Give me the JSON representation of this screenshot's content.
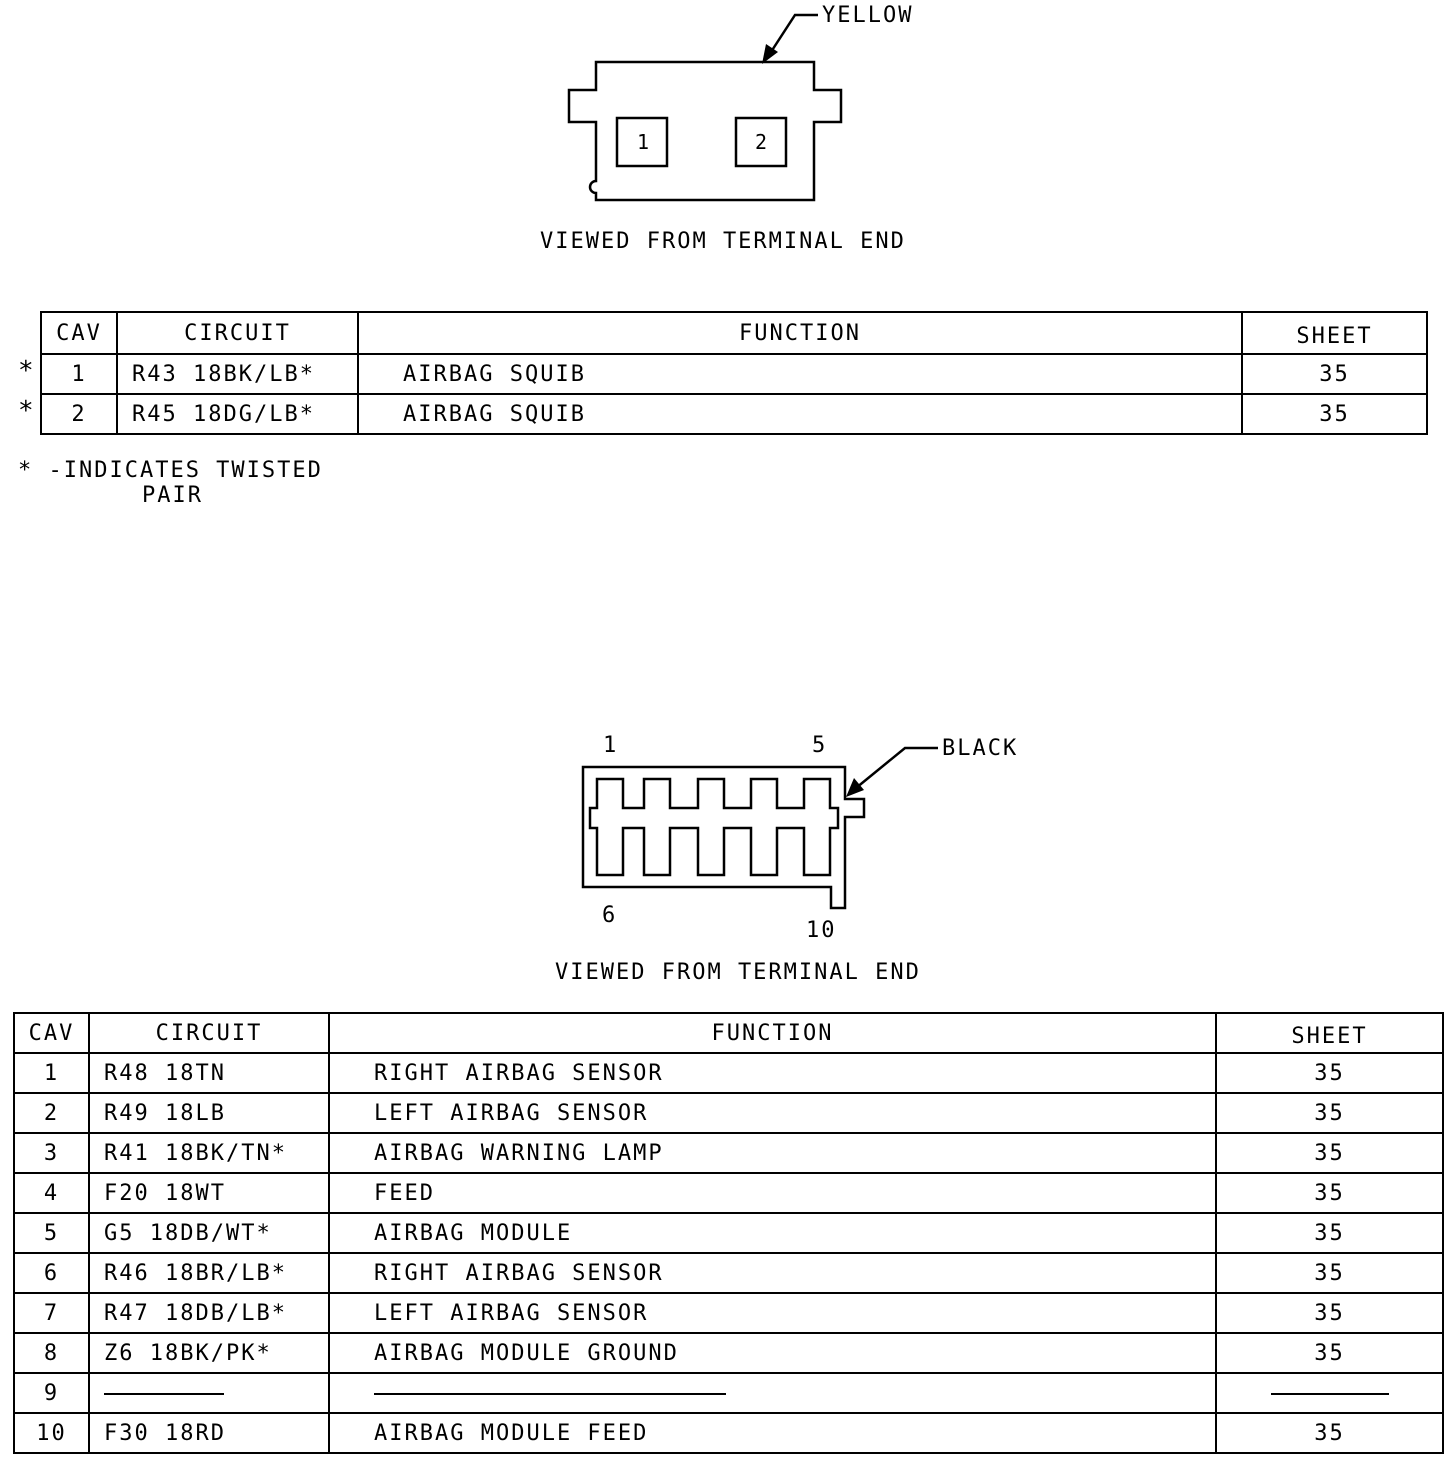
{
  "connector1": {
    "color_label": "YELLOW",
    "view_label": "VIEWED FROM TERMINAL END",
    "cavity_labels": [
      "1",
      "2"
    ],
    "headers": {
      "cav": "CAV",
      "circuit": "CIRCUIT",
      "function": "FUNCTION",
      "sheet": "SHEET"
    },
    "rows": [
      {
        "marker": "*",
        "cav": "1",
        "circuit": "R43 18BK/LB*",
        "function": "AIRBAG SQUIB",
        "sheet": "35"
      },
      {
        "marker": "*",
        "cav": "2",
        "circuit": "R45 18DG/LB*",
        "function": "AIRBAG SQUIB",
        "sheet": "35"
      }
    ],
    "note_line1": "* -INDICATES TWISTED",
    "note_line2": "PAIR"
  },
  "connector2": {
    "color_label": "BLACK",
    "view_label": "VIEWED FROM TERMINAL END",
    "pin_labels": {
      "top_left": "1",
      "top_right": "5",
      "bottom_left": "6",
      "bottom_right": "10"
    },
    "headers": {
      "cav": "CAV",
      "circuit": "CIRCUIT",
      "function": "FUNCTION",
      "sheet": "SHEET"
    },
    "rows": [
      {
        "cav": "1",
        "circuit": "R48 18TN",
        "function": "RIGHT AIRBAG SENSOR",
        "sheet": "35"
      },
      {
        "cav": "2",
        "circuit": "R49 18LB",
        "function": "LEFT AIRBAG SENSOR",
        "sheet": "35"
      },
      {
        "cav": "3",
        "circuit": "R41 18BK/TN*",
        "function": "AIRBAG WARNING LAMP",
        "sheet": "35"
      },
      {
        "cav": "4",
        "circuit": "F20 18WT",
        "function": "FEED",
        "sheet": "35"
      },
      {
        "cav": "5",
        "circuit": "G5 18DB/WT*",
        "function": "AIRBAG MODULE",
        "sheet": "35"
      },
      {
        "cav": "6",
        "circuit": "R46 18BR/LB*",
        "function": "RIGHT AIRBAG SENSOR",
        "sheet": "35"
      },
      {
        "cav": "7",
        "circuit": "R47 18DB/LB*",
        "function": "LEFT AIRBAG SENSOR",
        "sheet": "35"
      },
      {
        "cav": "8",
        "circuit": "Z6 18BK/PK*",
        "function": "AIRBAG MODULE GROUND",
        "sheet": "35"
      },
      {
        "cav": "9",
        "circuit": "",
        "function": "",
        "sheet": ""
      },
      {
        "cav": "10",
        "circuit": "F30 18RD",
        "function": "AIRBAG MODULE FEED",
        "sheet": "35"
      }
    ]
  }
}
